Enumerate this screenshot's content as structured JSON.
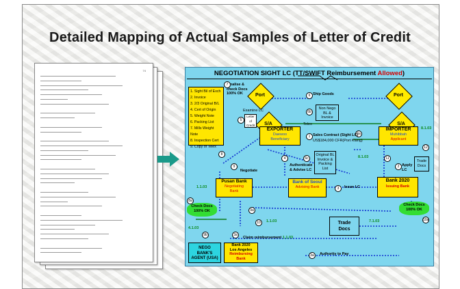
{
  "title": "Detailed Mapping of Actual Samples of Letter of Credit",
  "document_thumb": {
    "page_number": "74"
  },
  "diagram": {
    "heading_prefix": "NEGOTIATION SIGHT LC (TT/SWIFT Reimbursement ",
    "heading_allowed": "Allowed",
    "heading_suffix": ")",
    "docs_list": [
      "1. Sight Bil of Exch",
      "2. Invoice",
      "3. 2/3 Original B/L",
      "4. Cert of Origin",
      "5. Weight Note",
      "6. Packing List",
      "7. Mills Weight Note",
      "8. Inspection Cert",
      "9. Copy of Telex"
    ],
    "finalise": "Finalise &\ncheck Docs\n100% OK",
    "port_left": "Port",
    "port_right": "Port",
    "ship_goods": "Ship Goods",
    "sa_left": "S/A",
    "sa_right": "S/A",
    "examine_lc": "Examine LC",
    "letter_of_credit": "Letter of Credit",
    "non_nego": "Non Nego\nBL &\nInvoice",
    "telex": "Telex",
    "exporter": "EXPORTER",
    "exporter_name": "Daewoo",
    "exporter_role": "Beneficiary",
    "importer": "IMPORTER",
    "importer_name": "Muhibbah",
    "importer_role": "Applicant",
    "sales_contract": "Sales Contract (Sight LC)",
    "contract_value": "US$184,000  CFR(Port Klang)",
    "original_docs": "Original BL\nInvoice &\nPacking\nList",
    "trade_docs_small": "Trade\nDocs",
    "negotiate": "Negotiate",
    "authenticate": "Authenticate\n& Advise LC",
    "apply_lc": "Apply\nLC",
    "pusan_bank": "Pusan Bank",
    "pusan_role": "Negotiating\nBank",
    "seoul_bank": "Bank of Seoul",
    "seoul_role": "Advising Bank",
    "issue_lc": "Issue LC",
    "bank2020": "Bank 2020",
    "bank2020_role": "Issuing Bank",
    "check_left": "Check Docs\n100% OK",
    "check_right": "Check Docs\n100% OK",
    "trade_docs": "Trade\nDocs",
    "claim": "Claim  reimbursement",
    "nego_agent": "NEGO\nBANK'S\nAGENT (USA)",
    "reimb_bank": "Bank 2020\nLos Angeles",
    "reimb_role": "Reimbursing\nBank",
    "authority": "Authority to Pay",
    "refs": [
      "8.1.03",
      "8.1.03",
      "1.1.03",
      "1.1.03",
      "7.1.03",
      "4.1.03",
      "1.1.03"
    ],
    "steps": [
      "1",
      "2",
      "3",
      "4",
      "5",
      "6",
      "6a",
      "6b",
      "6c",
      "7",
      "8",
      "8a",
      "9",
      "9a",
      "9b",
      "10",
      "10a",
      "11",
      "12",
      "3a"
    ]
  }
}
